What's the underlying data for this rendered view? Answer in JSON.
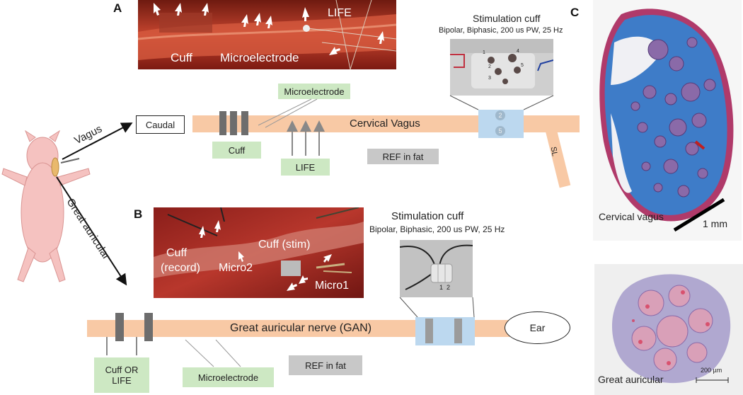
{
  "panel_a": {
    "letter": "A",
    "photo_labels": {
      "cuff": "Cuff",
      "microelectrode": "Microelectrode",
      "life": "LIFE"
    },
    "stim_title": "Stimulation cuff",
    "stim_params": "Bipolar, Biphasic, 200 us PW, 25 Hz",
    "stim_photo_numbers": [
      "1",
      "2",
      "3",
      "4",
      "5"
    ],
    "caudal": "Caudal",
    "nerve_label": "Cervical Vagus",
    "microelectrode": "Microelectrode",
    "cuff": "Cuff",
    "life": "LIFE",
    "ref": "REF in fat",
    "sl": "SL",
    "cuff_contacts": [
      "2",
      "5"
    ]
  },
  "pig": {
    "vagus_label": "Vagus",
    "gan_label": "Great auricular"
  },
  "panel_b": {
    "letter": "B",
    "photo_labels": {
      "cuff_record_1": "Cuff",
      "cuff_record_2": "(record)",
      "micro2": "Micro2",
      "cuff_stim": "Cuff (stim)",
      "micro1": "Micro1"
    },
    "stim_title": "Stimulation cuff",
    "stim_params": "Bipolar, Biphasic, 200 us PW, 25 Hz",
    "stim_photo_numbers": [
      "1",
      "2"
    ],
    "nerve_label": "Great auricular nerve (GAN)",
    "ear": "Ear",
    "cuff_or_life_1": "Cuff OR",
    "cuff_or_life_2": "LIFE",
    "microelectrode": "Microelectrode",
    "ref": "REF in fat"
  },
  "panel_c": {
    "letter": "C",
    "vagus_caption": "Cervical vagus",
    "scale_1mm": "1 mm",
    "gan_caption": "Great auricular",
    "scale_200um": "200 µm"
  },
  "colors": {
    "nerve": "#f8c9a5",
    "green_box": "#cde8c3",
    "grey_box": "#c8c8c8",
    "stim_cuff": "#bcd8ef",
    "cuff_bar": "#6d6d6d"
  }
}
